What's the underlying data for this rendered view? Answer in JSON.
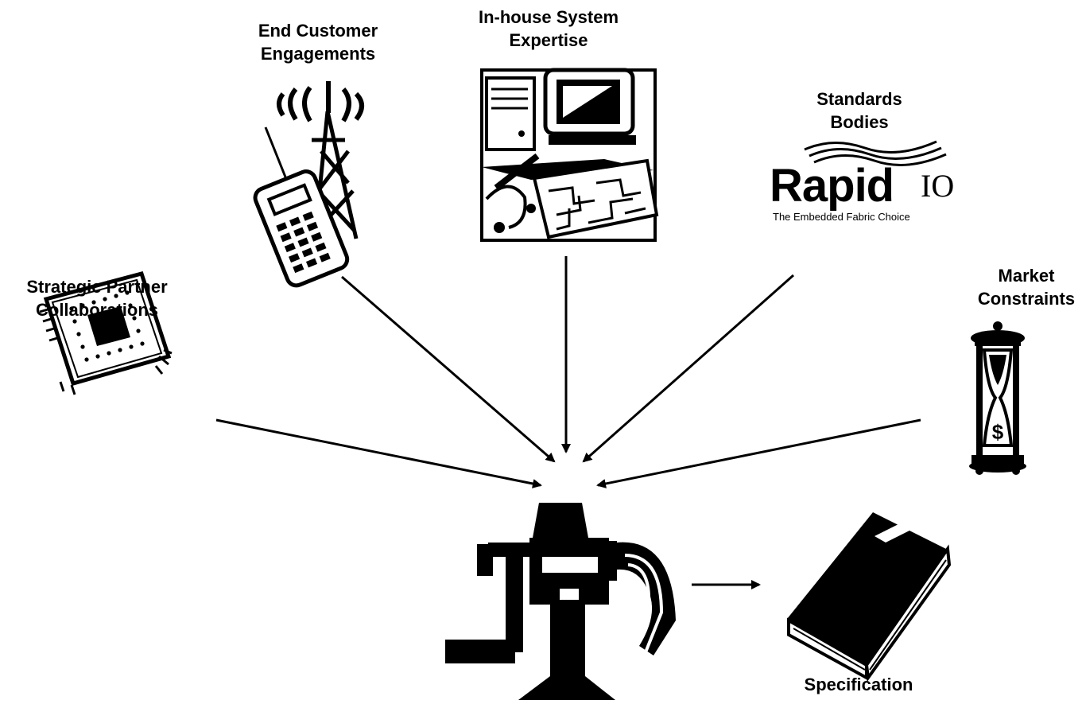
{
  "sources": [
    {
      "id": "strategic",
      "line1": "Strategic Partner",
      "line2": "Collaborations",
      "icon": "chip-icon"
    },
    {
      "id": "customer",
      "line1": "End Customer",
      "line2": "Engagements",
      "icon": "cellphone-tower-icon"
    },
    {
      "id": "inhouse",
      "line1": "In-house System",
      "line2": "Expertise",
      "icon": "computer-circuit-board-icon"
    },
    {
      "id": "standards",
      "line1": "Standards",
      "line2": "Bodies",
      "icon": "rapidio-logo"
    },
    {
      "id": "market",
      "line1": "Market",
      "line2": "Constraints",
      "icon": "hourglass-dollar-icon"
    }
  ],
  "logo": {
    "brand": "Rapid",
    "suffix": "IO",
    "tagline": "The Embedded Fabric Choice"
  },
  "center": {
    "icon": "grinder-icon"
  },
  "output": {
    "label": "Specification",
    "icon": "book-icon"
  },
  "colors": {
    "ink": "#000000",
    "paper": "#ffffff"
  }
}
